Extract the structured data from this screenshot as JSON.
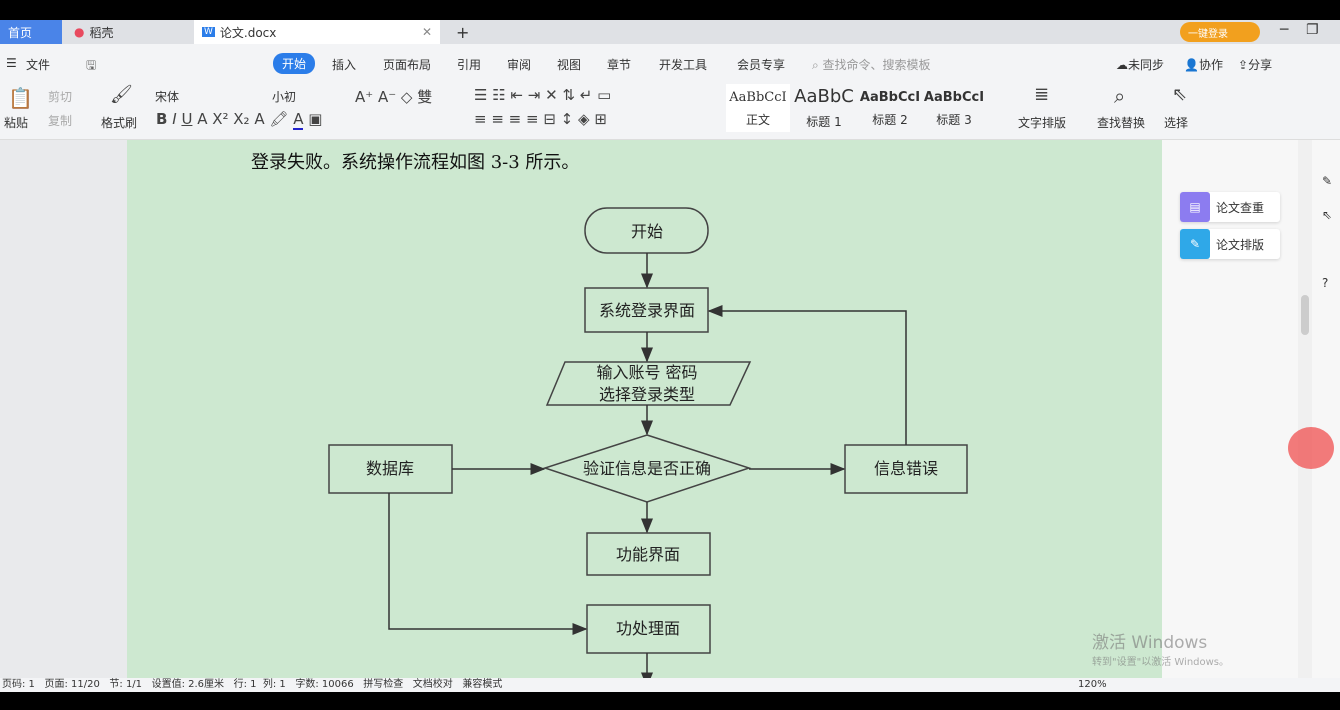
{
  "tabs": {
    "home": "首页",
    "daoke": "稻壳",
    "doc": "论文.docx",
    "new": "+"
  },
  "titlebar": {
    "member": "一键登录"
  },
  "menu": {
    "file": "文件",
    "items": [
      "开始",
      "插入",
      "页面布局",
      "引用",
      "审阅",
      "视图",
      "章节",
      "开发工具",
      "会员专享"
    ],
    "search_placeholder": "查找命令、搜索模板",
    "sync": "未同步",
    "collab": "协作",
    "share": "分享"
  },
  "ribbon": {
    "paste": "粘贴",
    "cut": "剪切",
    "copy": "复制",
    "format_painter": "格式刷",
    "font": "宋体",
    "size": "小初",
    "styles": [
      {
        "preview": "AaBbCcI",
        "name": "正文"
      },
      {
        "preview": "AaBbC",
        "name": "标题 1"
      },
      {
        "preview": "AaBbCcI",
        "name": "标题 2"
      },
      {
        "preview": "AaBbCcI",
        "name": "标题 3"
      }
    ],
    "text_layout": "文字排版",
    "find_replace": "查找替换",
    "select": "选择"
  },
  "document": {
    "paragraph": "登录失败。系统操作流程如图 3-3 所示。",
    "flowchart": {
      "start": "开始",
      "login": "系统登录界面",
      "input1": "输入账号 密码",
      "input2": "选择登录类型",
      "verify": "验证信息是否正确",
      "db": "数据库",
      "error": "信息错误",
      "func": "功能界面",
      "process": "功处理面"
    }
  },
  "side_panel": {
    "check": "论文查重",
    "layout": "论文排版"
  },
  "watermark": {
    "line1": "激活 Windows",
    "line2": "转到\"设置\"以激活 Windows。"
  },
  "status": {
    "items": [
      "页码: 1",
      "页面: 11/20",
      "节: 1/1",
      "设置值: 2.6厘米",
      "行: 1",
      "列: 1",
      "字数: 10066",
      "拼写检查",
      "文档校对",
      "兼容模式"
    ],
    "zoom": "120%"
  },
  "colors": {
    "accent": "#2b7de9",
    "page": "#cde8d0"
  }
}
